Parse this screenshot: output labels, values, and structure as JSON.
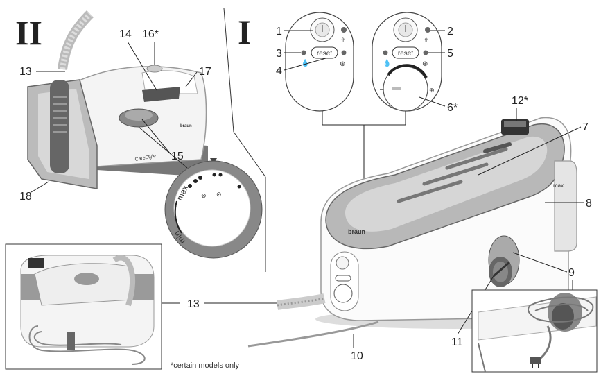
{
  "section_labels": {
    "left": "II",
    "right": "I"
  },
  "callouts": {
    "c1": "1",
    "c2": "2",
    "c3": "3",
    "c4": "4",
    "c5": "5",
    "c6": "6*",
    "c7": "7",
    "c8": "8",
    "c9": "9",
    "c10": "10",
    "c11": "11",
    "c12": "12*",
    "c13a": "13",
    "c13b": "13",
    "c14": "14",
    "c15": "15",
    "c16": "16*",
    "c17": "17",
    "c18": "18"
  },
  "panel_buttons": {
    "reset_left": "reset",
    "reset_right": "reset"
  },
  "dial": {
    "max": "max",
    "min": "min"
  },
  "station": {
    "brand": "braun",
    "tank_max": "max"
  },
  "iron": {
    "model": "CareStyle",
    "brand": "braun"
  },
  "footnote": "*certain models only"
}
